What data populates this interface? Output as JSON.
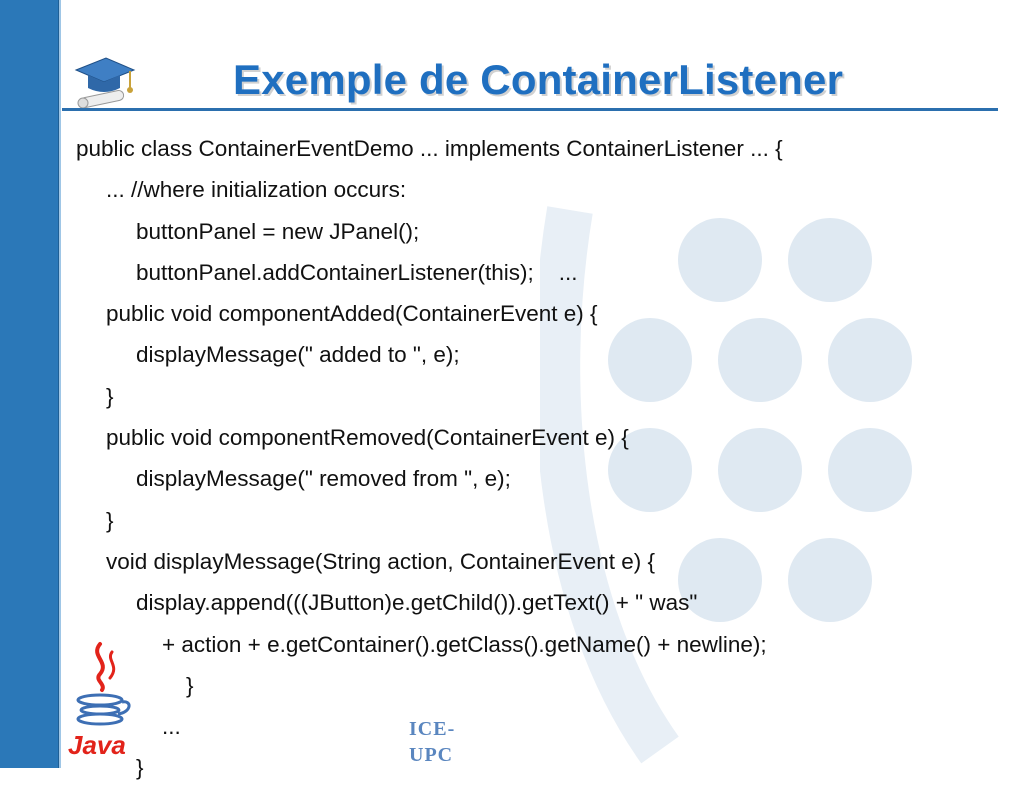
{
  "slide": {
    "title": "Exemple de ContainerListener",
    "code_lines": [
      {
        "text": "public class ContainerEventDemo ... implements ContainerListener ... {",
        "indent": 0
      },
      {
        "text": "... //where initialization occurs:",
        "indent": 1
      },
      {
        "text": "buttonPanel = new JPanel();",
        "indent": 2
      },
      {
        "text": "buttonPanel.addContainerListener(this);    ...",
        "indent": 2
      },
      {
        "text": "public void componentAdded(ContainerEvent e) {",
        "indent": 1
      },
      {
        "text": "displayMessage(\" added to \", e);",
        "indent": 2
      },
      {
        "text": "}",
        "indent": 1
      },
      {
        "text": "public void componentRemoved(ContainerEvent e) {",
        "indent": 1
      },
      {
        "text": "displayMessage(\" removed from \", e);",
        "indent": 2
      },
      {
        "text": "}",
        "indent": 1
      },
      {
        "text": "void displayMessage(String action, ContainerEvent e) {",
        "indent": 1
      },
      {
        "text": "display.append(((JButton)e.getChild()).getText() + \" was\"",
        "indent": 2
      },
      {
        "text": "+ action + e.getContainer().getClass().getName() + newline);",
        "indent": 3
      },
      {
        "text": "}",
        "indent": 4
      },
      {
        "text": "...",
        "indent": 3
      },
      {
        "text": "}",
        "indent": 2
      }
    ]
  },
  "logos": {
    "java_text": "Java",
    "ice_line1": "ICE-",
    "ice_line2": "UPC"
  },
  "icons": {
    "cap": "graduation-cap-icon",
    "java": "java-logo-icon"
  },
  "colors": {
    "accent": "#2b78b8",
    "title": "#1f6fc0",
    "java_red": "#e2231a",
    "java_blue": "#3d6fb4"
  }
}
